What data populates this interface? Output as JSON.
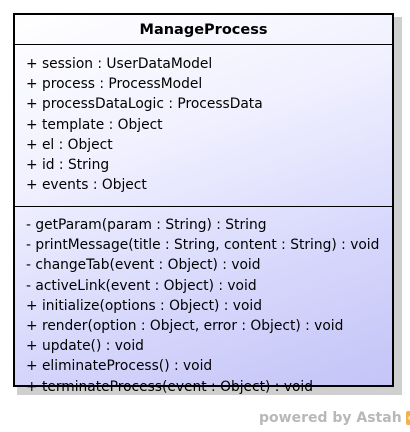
{
  "diagram": {
    "class_name": "ManageProcess",
    "attributes": [
      "+ session : UserDataModel",
      "+ process : ProcessModel",
      "+ processDataLogic : ProcessData",
      "+ template : Object",
      "+ el : Object",
      "+ id : String",
      "+ events : Object"
    ],
    "operations": [
      "- getParam(param : String) : String",
      "- printMessage(title : String, content : String) : void",
      "- changeTab(event : Object) : void",
      "- activeLink(event : Object) : void",
      "+ initialize(options : Object) : void",
      "+ render(option : Object, error : Object) : void",
      "+ update() : void",
      "+ eliminateProcess() : void",
      "+ terminateProcess(event : Object) : void"
    ]
  },
  "watermark": {
    "text": "powered by Astah",
    "logo_icon": "astah-logo-icon"
  },
  "colors": {
    "class_fill_top": "#ffffff",
    "class_fill_bottom": "#c4c4f7",
    "border": "#000000",
    "shadow": "#cfcfcf",
    "watermark_text": "#b8b8b8",
    "logo": "#f2b24a"
  }
}
